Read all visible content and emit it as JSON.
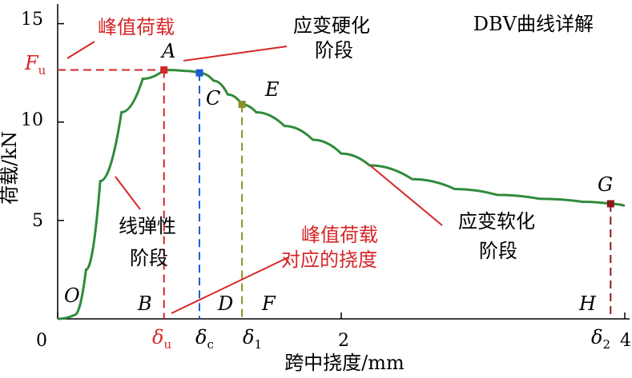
{
  "chart_data": {
    "type": "line",
    "title": "DBV曲线详解",
    "xlabel": "跨中挠度/mm",
    "ylabel": "荷载/kN",
    "xlim": [
      0,
      4
    ],
    "ylim": [
      0,
      16
    ],
    "y_ticks": [
      5,
      10,
      15
    ],
    "x_ticks": [
      0,
      2,
      4
    ],
    "origin_tick": "0",
    "x_tick_labels": {
      "zero": "0",
      "two": "2",
      "four": "4"
    },
    "y_tick_labels": {
      "five": "5",
      "ten": "10",
      "fifteen": "15"
    },
    "series": [
      {
        "color": "#2e8b3a",
        "x": [
          0,
          0.12,
          0.2,
          0.3,
          0.45,
          0.6,
          0.75,
          0.9,
          1.0,
          1.1,
          1.2,
          1.3,
          1.4,
          1.6,
          1.8,
          2.0,
          2.2,
          2.5,
          2.8,
          3.1,
          3.4,
          3.7,
          3.9,
          4.0
        ],
        "y": [
          0,
          0.2,
          2.5,
          7.0,
          10.5,
          12.2,
          12.65,
          12.6,
          12.5,
          12.1,
          11.4,
          10.9,
          10.5,
          9.8,
          9.1,
          8.4,
          7.8,
          7.1,
          6.6,
          6.3,
          6.1,
          5.95,
          5.85,
          5.75
        ]
      }
    ],
    "key_points": [
      {
        "name": "A",
        "x": 0.75,
        "y": 12.65,
        "color": "#d62728"
      },
      {
        "name": "C",
        "x": 1.0,
        "y": 12.5,
        "color": "#1f5bd6"
      },
      {
        "name": "E",
        "x": 1.3,
        "y": 10.9,
        "color": "#8c8f2a"
      },
      {
        "name": "G",
        "x": 3.9,
        "y": 5.85,
        "color": "#8b1a1a"
      }
    ],
    "point_labels": {
      "O": "O",
      "A": "A",
      "B": "B",
      "C": "C",
      "D": "D",
      "E": "E",
      "F": "F",
      "G": "G",
      "H": "H"
    },
    "x_markers": [
      {
        "symbol": "δ",
        "sub": "u",
        "color": "#d62728"
      },
      {
        "symbol": "δ",
        "sub": "c",
        "color": "#000000"
      },
      {
        "symbol": "δ",
        "sub": "1",
        "color": "#000000"
      },
      {
        "symbol": "δ",
        "sub": "2",
        "color": "#000000"
      }
    ],
    "y_marker": {
      "symbol": "F",
      "sub": "u",
      "color": "#d62728"
    },
    "annotations": {
      "peak_load": "峰值荷载",
      "hardening_line1": "应变硬化",
      "hardening_line2": "阶段",
      "linear_line1": "线弹性",
      "linear_line2": "阶段",
      "peak_disp_line1": "峰值荷载",
      "peak_disp_line2": "对应的挠度",
      "softening_line1": "应变软化",
      "softening_line2": "阶段"
    },
    "colors": {
      "curve": "#2e8b3a",
      "peak": "#d62728",
      "blue": "#1f5bd6",
      "olive": "#8c8f2a",
      "darkred": "#8b1a1a",
      "axis": "#000000"
    },
    "grid": false,
    "legend": "none"
  }
}
